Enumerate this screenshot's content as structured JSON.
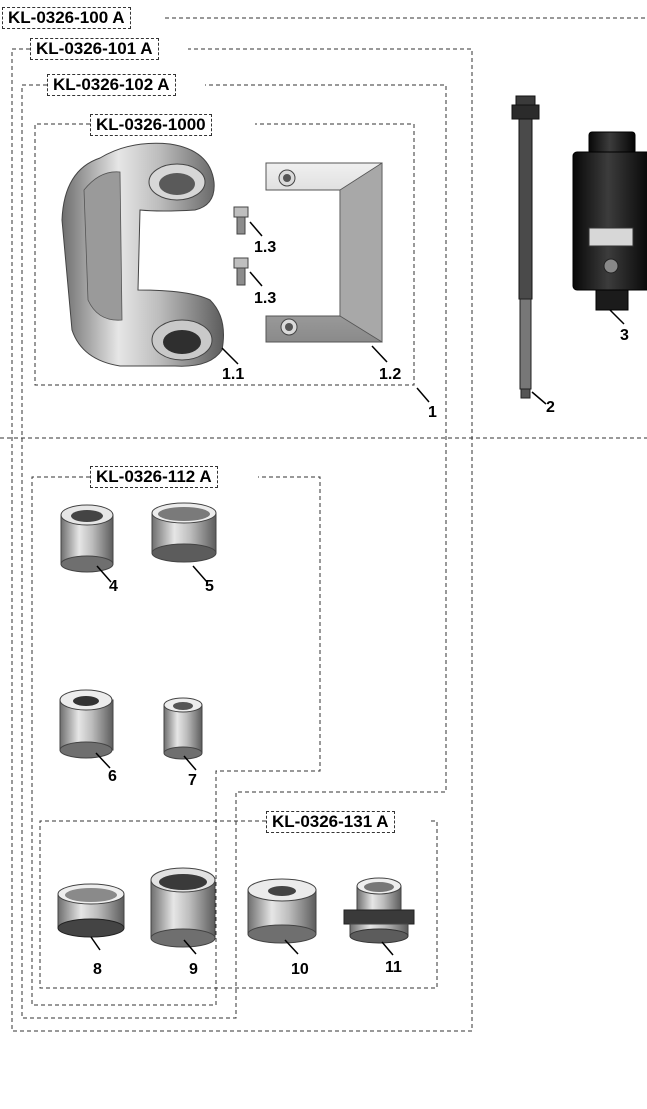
{
  "kits": {
    "k100": "KL-0326-100 A",
    "k101": "KL-0326-101 A",
    "k102": "KL-0326-102 A",
    "k1000": "KL-0326-1000",
    "k112": "KL-0326-112 A",
    "k131": "KL-0326-131 A"
  },
  "parts": {
    "p1_1": "1.1",
    "p1_2": "1.2",
    "p1_3a": "1.3",
    "p1_3b": "1.3",
    "p1": "1",
    "p2": "2",
    "p3": "3",
    "p4": "4",
    "p5": "5",
    "p6": "6",
    "p7": "7",
    "p8": "8",
    "p9": "9",
    "p10": "10",
    "p11": "11"
  }
}
